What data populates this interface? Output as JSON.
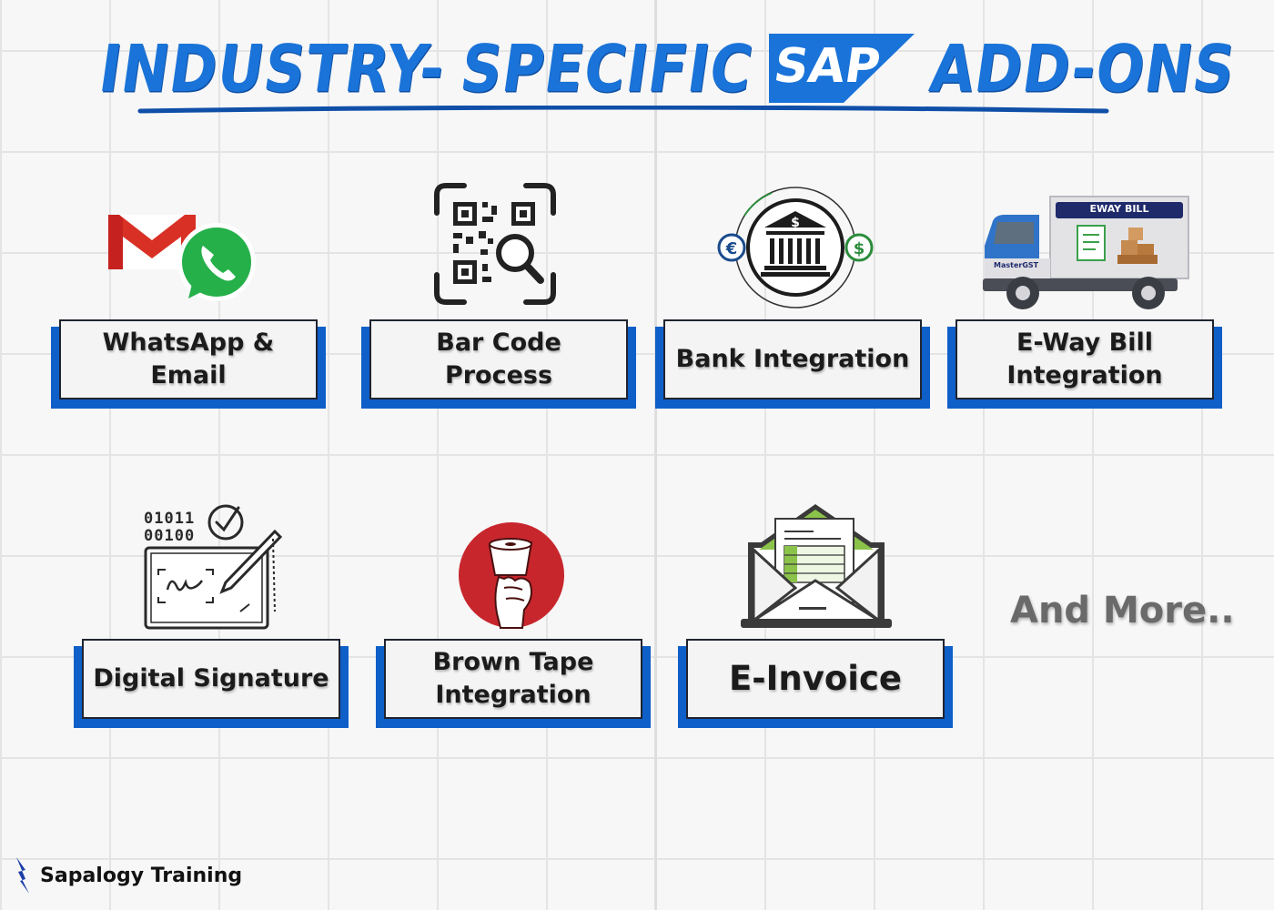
{
  "title": {
    "part1": "INDUSTRY-",
    "part2": "SPECIFIC",
    "logo": "SAP",
    "part3": "ADD-ONS"
  },
  "cards": [
    {
      "label": "WhatsApp & Email",
      "icon": "gmail-whatsapp-icon"
    },
    {
      "label": "Bar Code Process",
      "icon": "qr-scan-icon"
    },
    {
      "label": "Bank Integration",
      "icon": "bank-currency-icon"
    },
    {
      "label": "E-Way Bill Integration",
      "icon": "eway-truck-icon"
    },
    {
      "label": "Digital Signature",
      "icon": "digital-signature-icon"
    },
    {
      "label": "Brown Tape Integration",
      "icon": "tape-hand-icon"
    },
    {
      "label": "E-Invoice",
      "icon": "email-invoice-icon"
    }
  ],
  "truck": {
    "sign": "EWAY BILL",
    "brand": "MasterGST"
  },
  "signature": {
    "binary1": "01011",
    "binary2": "00100"
  },
  "more": "And More..",
  "brand": {
    "name": "Sapalogy Training"
  },
  "colors": {
    "accent": "#1a73d8",
    "card_shadow": "#0f5fc9",
    "tape_red": "#c8262d"
  }
}
